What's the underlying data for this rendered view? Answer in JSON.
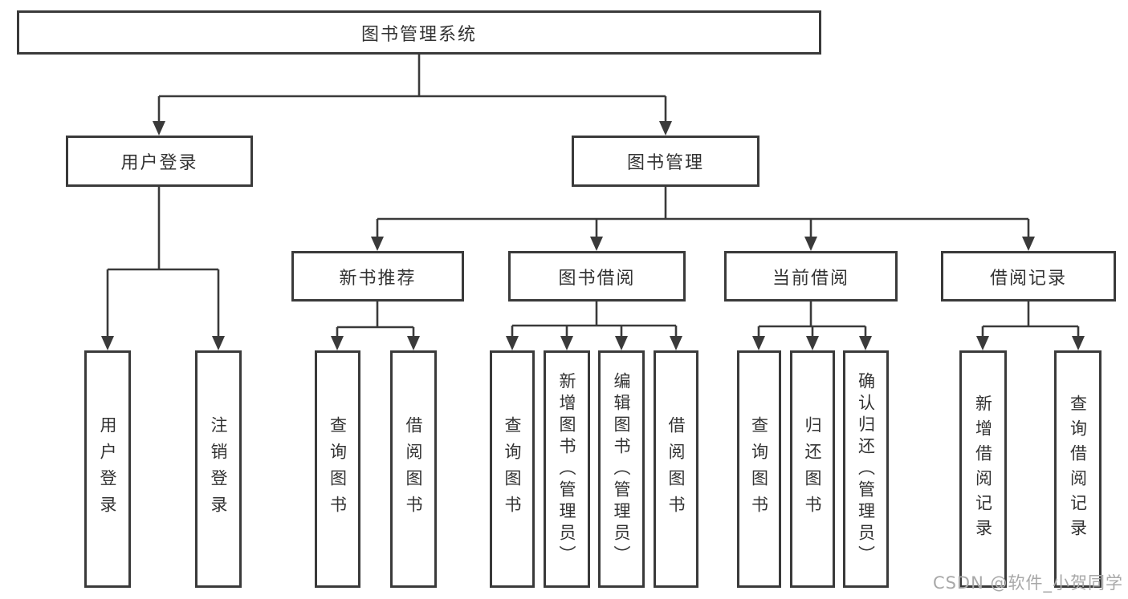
{
  "diagram_title": "图书管理系统",
  "watermark": "CSDN @软件_小贺同学",
  "colors": {
    "line": "#3a3a3a",
    "box_border": "#3a3a3a",
    "text": "#333333",
    "watermark": "#a8a8a8",
    "background": "#ffffff"
  },
  "nodes": {
    "root": {
      "id": "library-management-system",
      "label": "图书管理系统"
    },
    "level2": [
      {
        "id": "user-login",
        "label": "用户登录",
        "parent": "library-management-system"
      },
      {
        "id": "book-management",
        "label": "图书管理",
        "parent": "library-management-system"
      }
    ],
    "level3": [
      {
        "id": "new-book-recommend",
        "label": "新书推荐",
        "parent": "book-management"
      },
      {
        "id": "book-borrowing",
        "label": "图书借阅",
        "parent": "book-management"
      },
      {
        "id": "current-borrowing",
        "label": "当前借阅",
        "parent": "book-management"
      },
      {
        "id": "borrowing-records",
        "label": "借阅记录",
        "parent": "book-management"
      }
    ],
    "level4": [
      {
        "id": "leaf-user-login",
        "label": "用户登录",
        "parent": "user-login"
      },
      {
        "id": "leaf-logout",
        "label": "注销登录",
        "parent": "user-login"
      },
      {
        "id": "leaf-query-books-recommend",
        "label": "查询图书",
        "parent": "new-book-recommend"
      },
      {
        "id": "leaf-borrow-books-recommend",
        "label": "借阅图书",
        "parent": "new-book-recommend"
      },
      {
        "id": "leaf-query-books-borrowing",
        "label": "查询图书",
        "parent": "book-borrowing"
      },
      {
        "id": "leaf-add-book-admin",
        "label": "新增图书（管理员）",
        "parent": "book-borrowing"
      },
      {
        "id": "leaf-edit-book-admin",
        "label": "编辑图书（管理员）",
        "parent": "book-borrowing"
      },
      {
        "id": "leaf-borrow-books-borrowing",
        "label": "借阅图书",
        "parent": "book-borrowing"
      },
      {
        "id": "leaf-query-books-current",
        "label": "查询图书",
        "parent": "current-borrowing"
      },
      {
        "id": "leaf-return-book",
        "label": "归还图书",
        "parent": "current-borrowing"
      },
      {
        "id": "leaf-confirm-return-admin",
        "label": "确认归还（管理员）",
        "parent": "current-borrowing"
      },
      {
        "id": "leaf-add-borrow-record",
        "label": "新增借阅记录",
        "parent": "borrowing-records"
      },
      {
        "id": "leaf-query-borrow-record",
        "label": "查询借阅记录",
        "parent": "borrowing-records"
      }
    ]
  }
}
